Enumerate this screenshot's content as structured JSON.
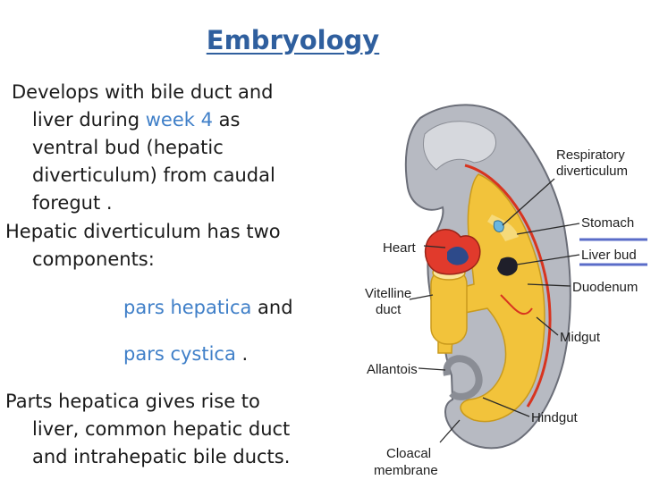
{
  "slide": {
    "title": "Embryology",
    "p1_prefix": "Develops with bile duct and",
    "p1_line2_pre": "liver during ",
    "p1_week": "week 4",
    "p1_line2_post": " as",
    "p1_line3": "ventral bud (hepatic",
    "p1_line4": "diverticulum) from caudal",
    "p1_line5": "foregut .",
    "p2_line1": "Hepatic diverticulum has two",
    "p2_line2": "components:",
    "pars_hepatica": "pars hepatica",
    "and_word": " and",
    "pars_cystica": "pars cystica",
    "period": " .",
    "p3_line1": "Parts hepatica gives rise to",
    "p3_line2": "liver, common hepatic duct",
    "p3_line3": "and intrahepatic bile ducts."
  },
  "diagram": {
    "labels": {
      "respiratory": "Respiratory",
      "diverticulum": "diverticulum",
      "stomach": "Stomach",
      "heart": "Heart",
      "liver_bud": "Liver bud",
      "vitelline": "Vitelline",
      "duct": "duct",
      "duodenum": "Duodenum",
      "midgut": "Midgut",
      "allantois": "Allantois",
      "hindgut": "Hindgut",
      "cloacal": "Cloacal",
      "membrane": "membrane"
    },
    "colors": {
      "embryo": "#b5b8bf",
      "gut": "#f2c33b",
      "heart": "#e13a2c",
      "vessel": "#d8341f",
      "highlight": "#5a6cc8"
    }
  }
}
